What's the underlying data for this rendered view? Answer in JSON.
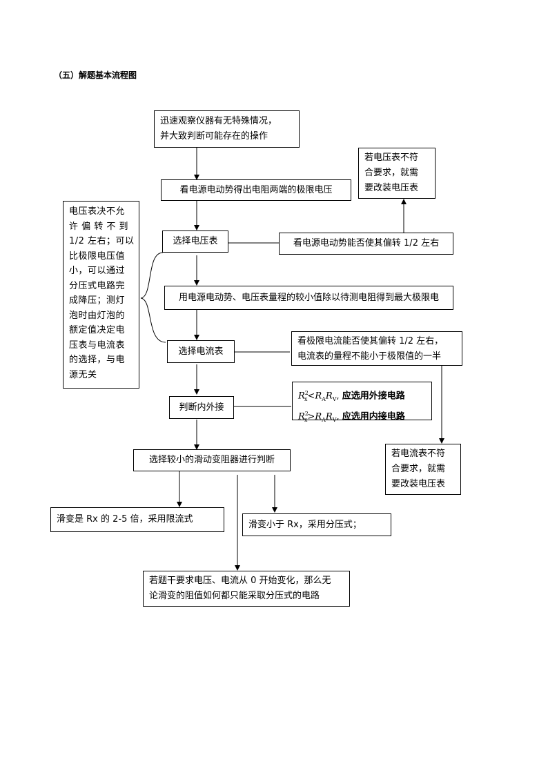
{
  "heading": "（五）解题基本流程图",
  "nodes": {
    "observe": [
      "迅速观察仪器有无特殊情况，",
      "并大致判断可能存在的操作"
    ],
    "limit_voltage": "看电源电动势得出电阻两端的极限电压",
    "select_voltmeter": "选择电压表",
    "check_voltmeter": "看电源电动势能否使其偏转 1/2 左右",
    "modify_voltmeter": [
      "若电压表不符",
      "合要求，就需",
      "要改装电压表"
    ],
    "max_current": "用电源电动势、电压表量程的较小值除以待测电阻得到最大极限电",
    "select_ammeter": "选择电流表",
    "check_ammeter": [
      "看极限电流能否使其偏转 1/2 左右，",
      "电流表的量程不能小于极限值的一半"
    ],
    "modify_ammeter": [
      "若电流表不符",
      "合要求，就需",
      "要改装电压表"
    ],
    "inner_outer": "判断内外接",
    "rheostat": "选择较小的滑动变阻器进行判断",
    "limit_current_method": "滑变是 Rx 的 2-5 倍，采用限流式",
    "divider_method": "滑变小于 Rx，采用分压式；",
    "zero_start": [
      "若题干要求电压、电流从 0 开始变化，那么无",
      "论滑变的阻值如何都只能采取分压式的电路"
    ]
  },
  "note": [
    "电压表决不允",
    "许 偏 转 不 到",
    "1/2 左右；可以",
    "比极限电压值",
    "小，可以通过",
    "分压式电路完",
    "成降压；测灯",
    "泡时由灯泡的",
    "额定值决定电",
    "压表与电流表",
    "的选择，与电",
    "源无关"
  ],
  "formula": {
    "line1_rule": "应选用外接电路",
    "line2_rule": "应选用内接电路"
  }
}
